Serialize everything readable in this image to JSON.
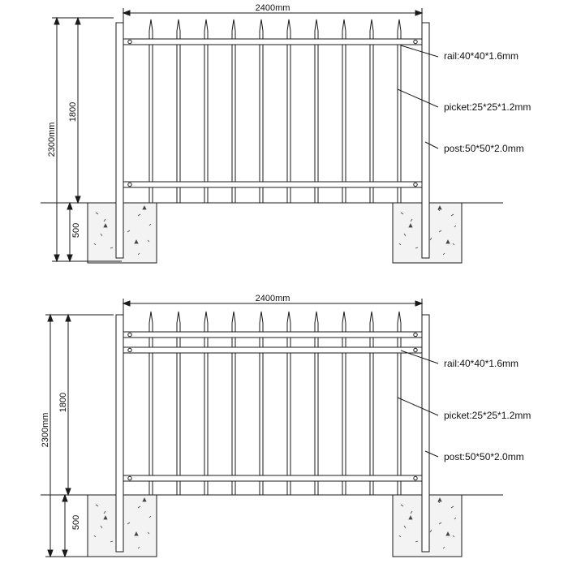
{
  "drawings": [
    {
      "width_label": "2400mm",
      "height_total_label": "2300mm",
      "height_above_label": "1800",
      "depth_label": "500",
      "callouts": {
        "rail": "rail:40*40*1.6mm",
        "picket": "picket:25*25*1.2mm",
        "post": "post:50*50*2.0mm"
      }
    },
    {
      "width_label": "2400mm",
      "height_total_label": "2300mm",
      "height_above_label": "1800",
      "depth_label": "500",
      "callouts": {
        "rail": "rail:40*40*1.6mm",
        "picket": "picket:25*25*1.2mm",
        "post": "post:50*50*2.0mm"
      }
    }
  ],
  "colors": {
    "line": "#1a1a1a",
    "concrete": "#f3f3f3"
  }
}
